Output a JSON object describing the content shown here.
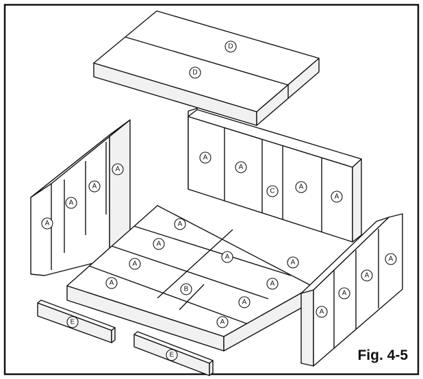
{
  "figure": {
    "caption": "Fig. 4-5",
    "labels": {
      "top_1": "D",
      "top_2": "D",
      "left_1": "A",
      "left_2": "A",
      "left_3": "A",
      "left_4": "A",
      "back_1": "A",
      "back_2": "A",
      "back_3": "C",
      "back_4": "A",
      "back_5": "A",
      "floor_1": "A",
      "floor_2": "A",
      "floor_3": "A",
      "floor_4": "A",
      "floor_5": "A",
      "floor_6": "A",
      "floor_7": "A",
      "floor_8": "A",
      "floor_center": "B",
      "right_1": "A",
      "right_2": "A",
      "right_3": "A",
      "right_4": "A",
      "bottom_1": "E",
      "bottom_2": "E"
    }
  }
}
